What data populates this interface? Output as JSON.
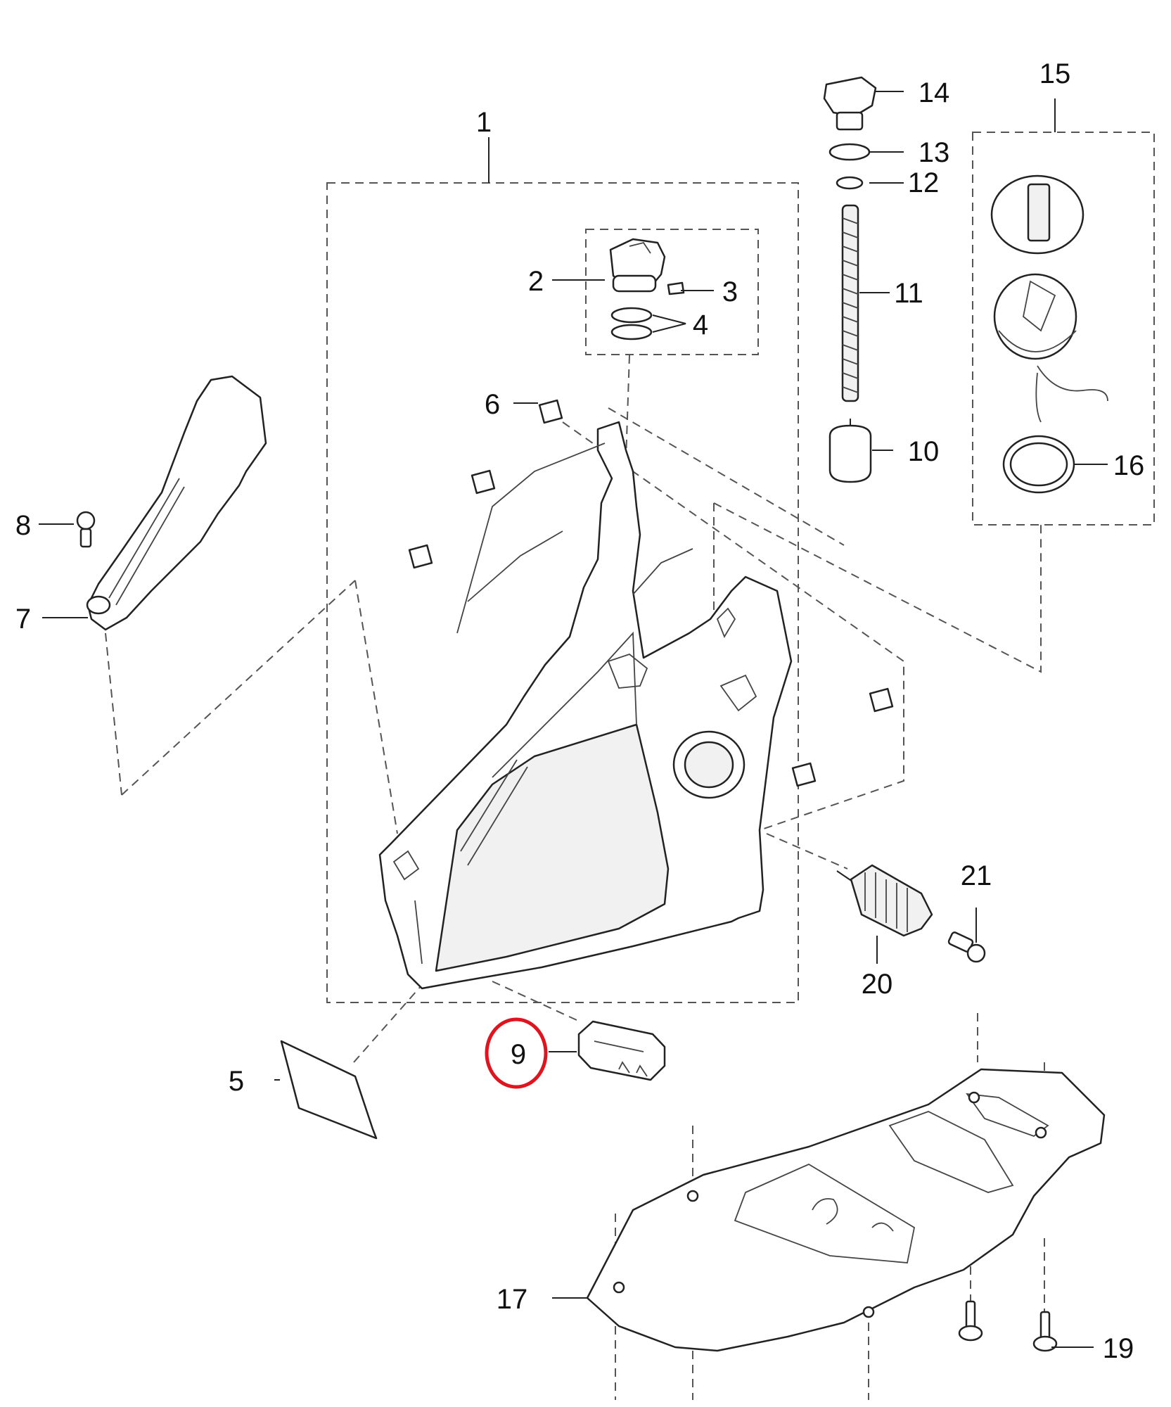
{
  "diagram": {
    "callouts": [
      {
        "id": "1",
        "label": "1"
      },
      {
        "id": "2",
        "label": "2"
      },
      {
        "id": "3",
        "label": "3"
      },
      {
        "id": "4",
        "label": "4"
      },
      {
        "id": "5",
        "label": "5"
      },
      {
        "id": "6",
        "label": "6"
      },
      {
        "id": "7",
        "label": "7"
      },
      {
        "id": "8",
        "label": "8"
      },
      {
        "id": "9",
        "label": "9"
      },
      {
        "id": "10",
        "label": "10"
      },
      {
        "id": "11",
        "label": "11"
      },
      {
        "id": "12",
        "label": "12"
      },
      {
        "id": "13",
        "label": "13"
      },
      {
        "id": "14",
        "label": "14"
      },
      {
        "id": "15",
        "label": "15"
      },
      {
        "id": "16",
        "label": "16"
      },
      {
        "id": "17",
        "label": "17"
      },
      {
        "id": "19",
        "label": "19"
      },
      {
        "id": "20",
        "label": "20"
      },
      {
        "id": "21",
        "label": "21"
      }
    ],
    "highlighted_callout": "9",
    "highlight_color": "#e0141e"
  }
}
